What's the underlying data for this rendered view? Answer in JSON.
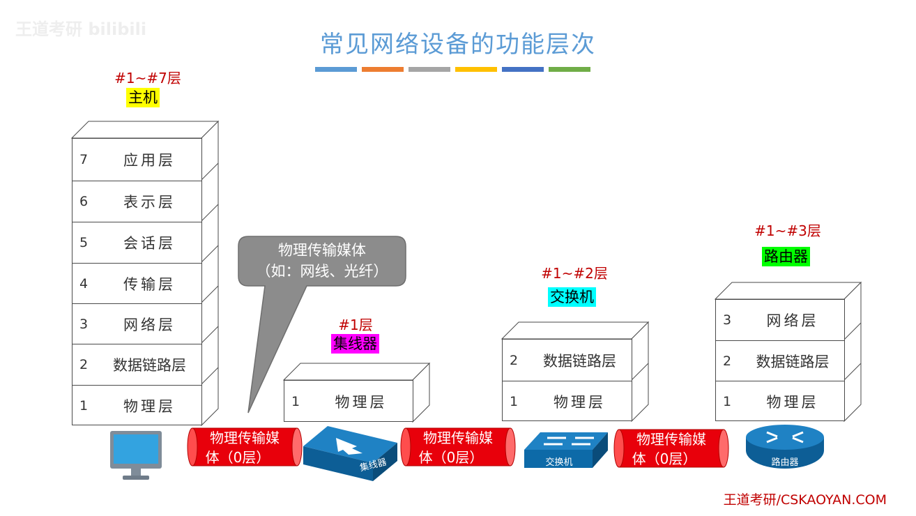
{
  "title": "常见网络设备的功能层次",
  "watermark": "王道考研 bilibili",
  "accent_colors": [
    "#5b9bd5",
    "#ed7d31",
    "#a5a5a5",
    "#ffc000",
    "#4472c4",
    "#70ad47"
  ],
  "host": {
    "level_label": "#1~#7层",
    "name": "主机",
    "highlight": "#ffff00",
    "layers": [
      {
        "num": "7",
        "name": "应用层"
      },
      {
        "num": "6",
        "name": "表示层"
      },
      {
        "num": "5",
        "name": "会话层"
      },
      {
        "num": "4",
        "name": "传输层"
      },
      {
        "num": "3",
        "name": "网络层"
      },
      {
        "num": "2",
        "name": "数据链路层"
      },
      {
        "num": "1",
        "name": "物理层"
      }
    ]
  },
  "hub": {
    "level_label": "#1层",
    "name": "集线器",
    "highlight": "#ff00ff",
    "icon_text": "集线器",
    "layers": [
      {
        "num": "1",
        "name": "物理层"
      }
    ]
  },
  "switch": {
    "level_label": "#1~#2层",
    "name": "交换机",
    "highlight": "#00ffff",
    "icon_text": "交换机",
    "layers": [
      {
        "num": "2",
        "name": "数据链路层"
      },
      {
        "num": "1",
        "name": "物理层"
      }
    ]
  },
  "router": {
    "level_label": "#1~#3层",
    "name": "路由器",
    "highlight": "#00ff00",
    "icon_text": "路由器",
    "layers": [
      {
        "num": "3",
        "name": "网络层"
      },
      {
        "num": "2",
        "name": "数据链路层"
      },
      {
        "num": "1",
        "name": "物理层"
      }
    ]
  },
  "media": {
    "line1": "物理传输媒",
    "line2": "体（0层）"
  },
  "callout": {
    "line1": "物理传输媒体",
    "line2": "（如：网线、光纤）"
  },
  "footer": "王道考研/CSKAOYAN.COM"
}
